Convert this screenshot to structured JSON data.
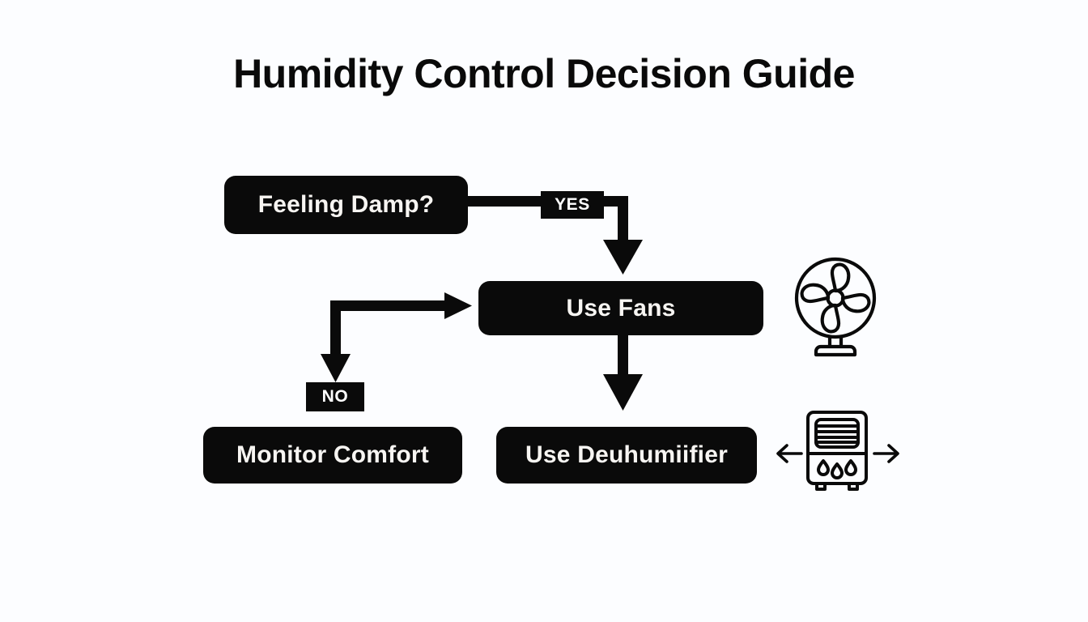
{
  "page": {
    "title": "Humidity Control Decision Guide",
    "background_color": "#fcfdff",
    "ink_color": "#0a0a0a",
    "node_text_color": "#f7f5f2"
  },
  "flowchart": {
    "nodes": [
      {
        "id": "feeling-damp",
        "label": "Feeling Damp?",
        "shape": "rounded-rect"
      },
      {
        "id": "use-fans",
        "label": "Use Fans",
        "shape": "rounded-rect"
      },
      {
        "id": "monitor-comfort",
        "label": "Monitor Comfort",
        "shape": "rounded-rect"
      },
      {
        "id": "use-dehumidifier",
        "label": "Use Deuhumiifier",
        "shape": "rounded-rect"
      }
    ],
    "edge_labels": [
      {
        "id": "yes",
        "label": "YES"
      },
      {
        "id": "no",
        "label": "NO"
      }
    ]
  },
  "icons": {
    "fan": "fan-icon",
    "dehumidifier": "dehumidifier-icon",
    "airflow_left": "arrow-left-icon",
    "airflow_right": "arrow-right-icon"
  }
}
